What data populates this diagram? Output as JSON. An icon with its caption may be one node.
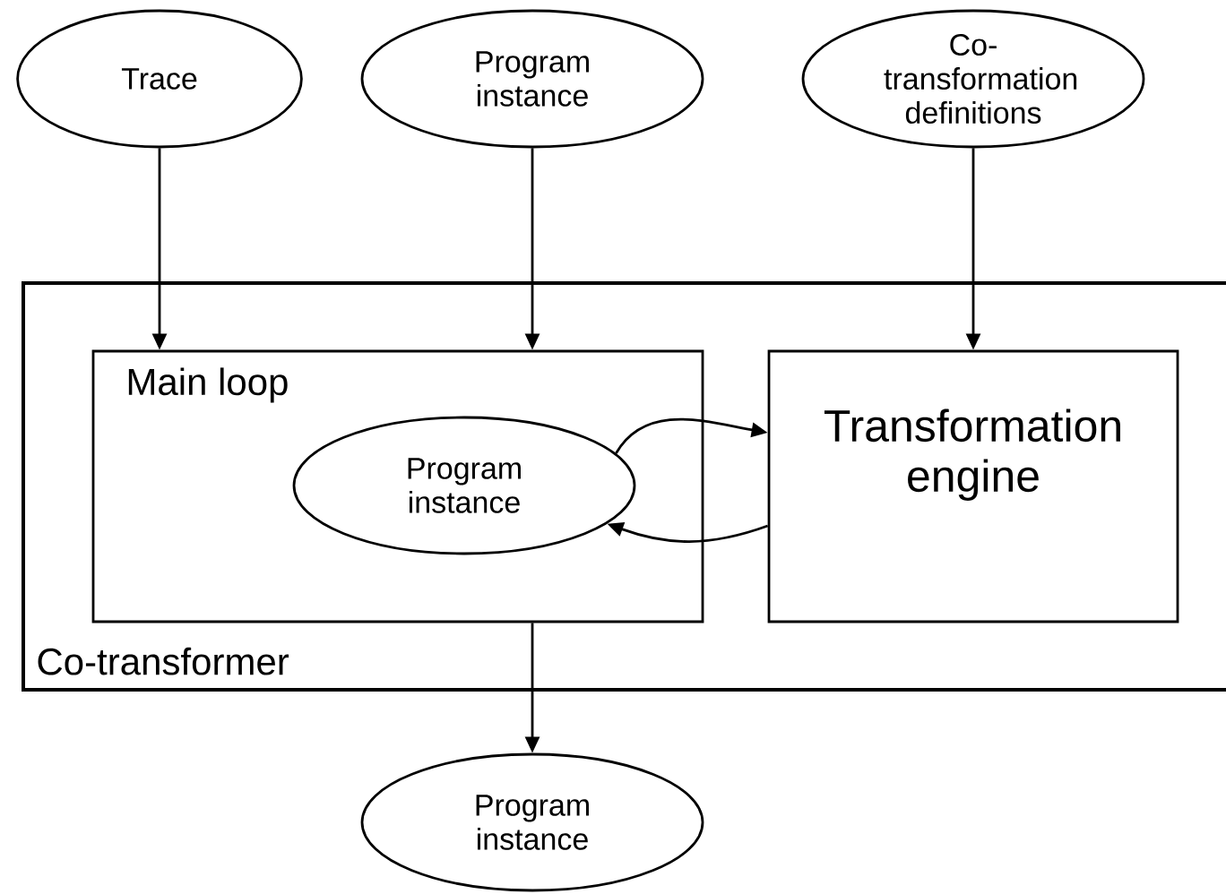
{
  "diagram": {
    "nodes": [
      {
        "text": [
          "Trace"
        ]
      },
      {
        "text": [
          "Program instance"
        ]
      },
      {
        "text": [
          "Co-transformation definitions"
        ]
      },
      {
        "text": [
          "Co-transformer"
        ]
      },
      {
        "text": [
          "Main loop"
        ],
        "in": 3
      },
      {
        "text": [
          "Program instance"
        ],
        "in": 4
      },
      {
        "text": [
          "Transformation engine"
        ],
        "in": 3
      },
      {
        "text": [
          "Program instance"
        ]
      }
    ],
    "edges": [
      {
        "from": 0,
        "to": 4,
        "arrow": "to"
      },
      {
        "from": 1,
        "to": 4,
        "arrow": "to"
      },
      {
        "from": 2,
        "to": 6,
        "arrow": "to"
      },
      {
        "from": 5,
        "to": 6,
        "arrow": "to"
      },
      {
        "from": 6,
        "to": 5,
        "arrow": "to"
      },
      {
        "from": 4,
        "to": 7,
        "arrow": "to"
      }
    ]
  }
}
